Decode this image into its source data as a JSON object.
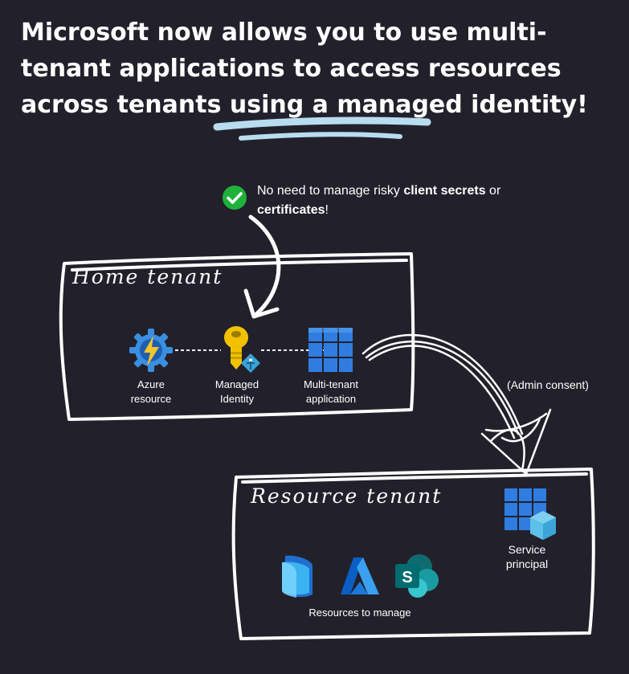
{
  "headline": {
    "text": "Microsoft now allows you to use multi-tenant applications to access resources across tenants using a managed identity!"
  },
  "callout": {
    "prefix": "No need to manage risky ",
    "bold1": "client secrets",
    "middle": " or",
    "bold2": "certificates",
    "suffix": "!"
  },
  "home_tenant": {
    "title": "Home tenant",
    "nodes": [
      {
        "icon": "azure-function-icon",
        "line1": "Azure",
        "line2": "resource"
      },
      {
        "icon": "managed-identity-key-icon",
        "line1": "Managed",
        "line2": "Identity"
      },
      {
        "icon": "multi-tenant-application-icon",
        "line1": "Multi-tenant",
        "line2": "application"
      }
    ]
  },
  "edge_label": "(Admin consent)",
  "resource_tenant": {
    "title": "Resource tenant",
    "service_principal": {
      "icon": "service-principal-icon",
      "line1": "Service",
      "line2": "principal"
    },
    "resources_label": "Resources to manage",
    "resources": [
      {
        "icon": "exchange-icon"
      },
      {
        "icon": "azure-icon"
      },
      {
        "icon": "sharepoint-icon"
      }
    ]
  },
  "colors": {
    "background": "#22212b",
    "underline": "#b9dcf0",
    "check_green": "#1fb13a",
    "azure_blue": "#2f7de1",
    "key_yellow": "#f2c200",
    "sharepoint_teal": "#13848a"
  }
}
